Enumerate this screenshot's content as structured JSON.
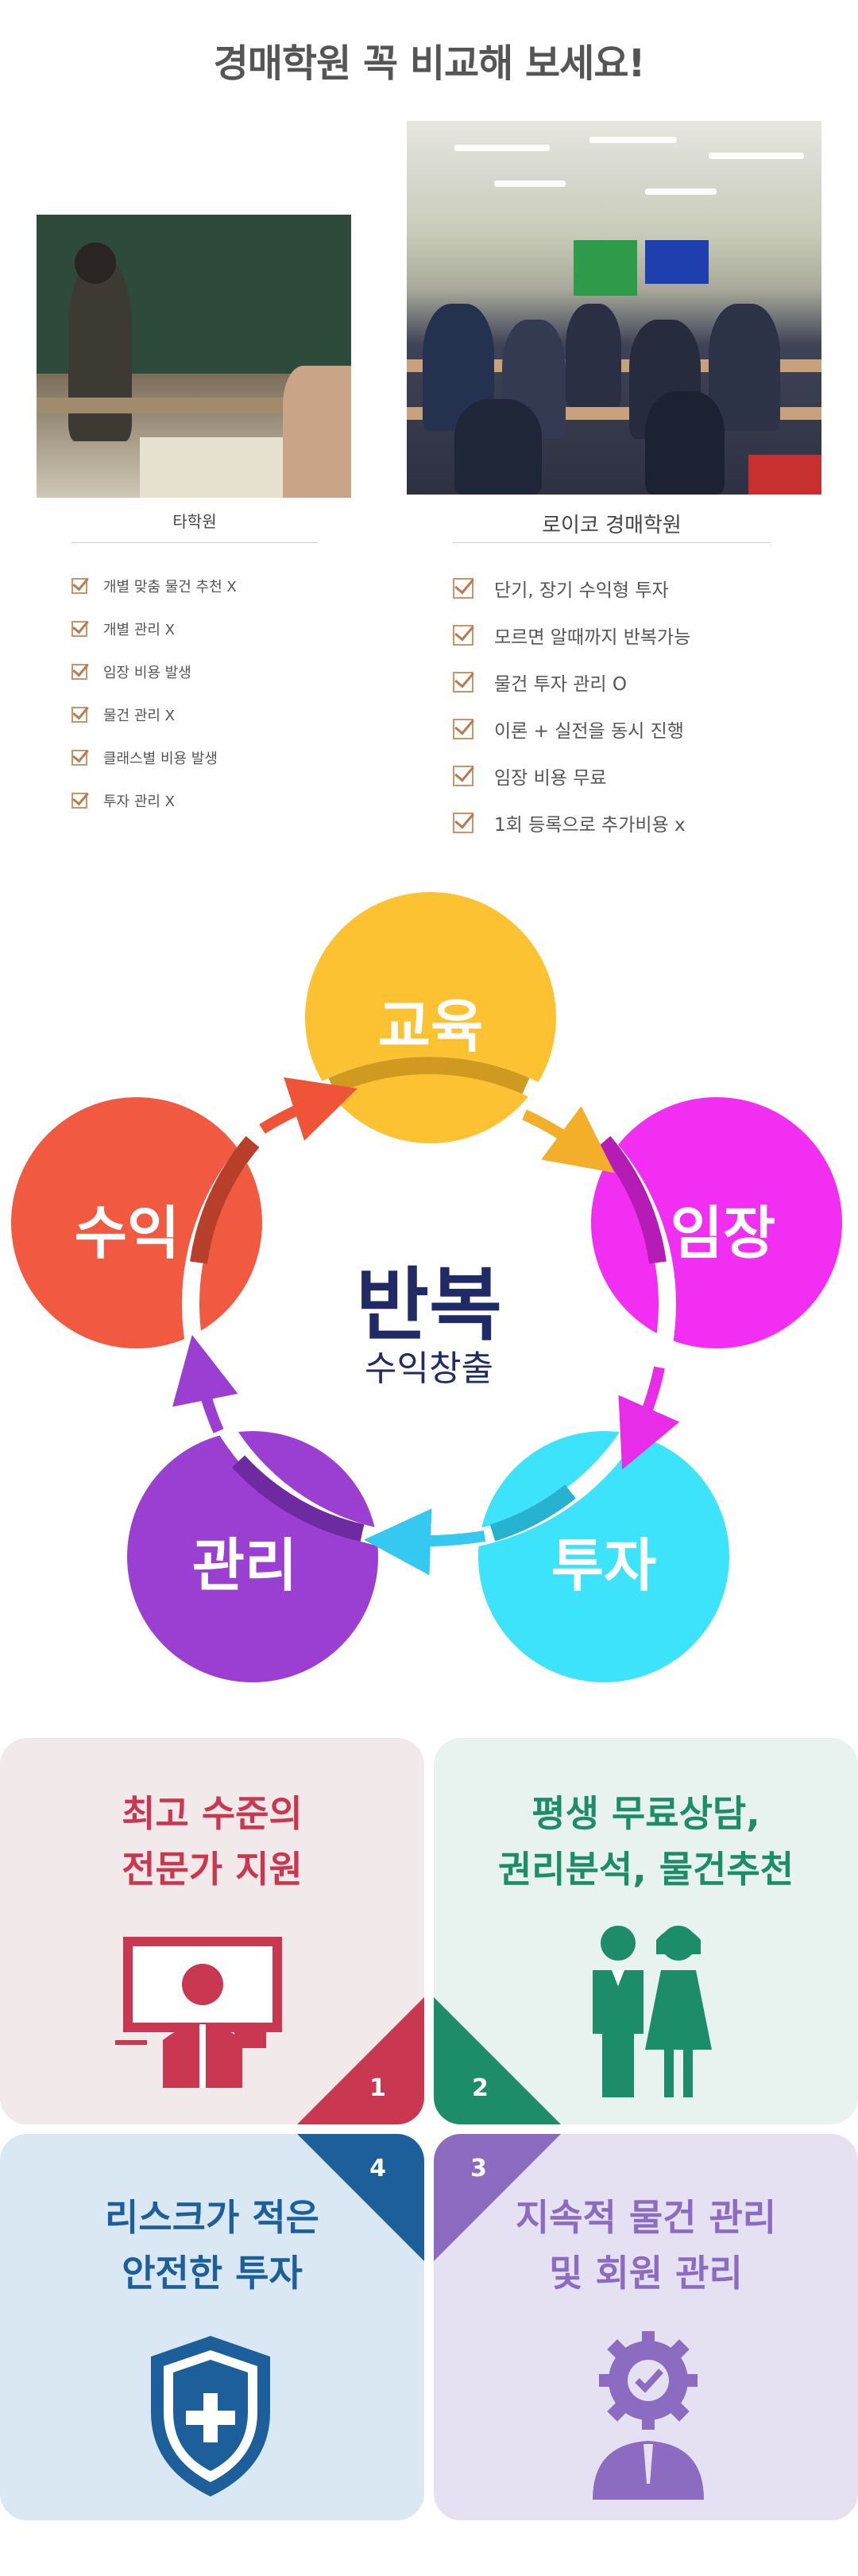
{
  "header": {
    "title": "경매학원 꼭 비교해 보세요!"
  },
  "compare": {
    "left": {
      "caption": "타학원",
      "items": [
        "개별 맞춤 물건 추천 X",
        "개별 관리 X",
        "임장 비용 발생",
        "물건 관리 X",
        "클래스별 비용 발생",
        "투자 관리 X"
      ]
    },
    "right": {
      "caption": "로이코 경매학원",
      "items": [
        "단기, 장기 수익형 투자",
        "모르면 알때까지 반복가능",
        "물건 투자 관리 O",
        "이론 + 실전을 동시 진행",
        "임장 비용 무료",
        "1회 등록으로 추가비용 x"
      ]
    }
  },
  "cycle": {
    "center_title": "반복",
    "center_subtitle": "수익창출",
    "nodes": [
      {
        "label": "교육",
        "color": "#fdc232"
      },
      {
        "label": "임장",
        "color": "#f12ef2"
      },
      {
        "label": "투자",
        "color": "#3ce3fb"
      },
      {
        "label": "관리",
        "color": "#9b3fd2"
      },
      {
        "label": "수익",
        "color": "#f15a40"
      }
    ]
  },
  "cards": [
    {
      "number": "1",
      "title_line1": "최고 수준의",
      "title_line2": "전문가 지원",
      "icon": "teacher-icon",
      "bg": "#f2e9ea",
      "accent": "#c93750"
    },
    {
      "number": "2",
      "title_line1": "평생 무료상담,",
      "title_line2": "권리분석, 물건추천",
      "icon": "couple-icon",
      "bg": "#e8f3f0",
      "accent": "#1d8c69"
    },
    {
      "number": "3",
      "title_line1": "지속적 물건 관리",
      "title_line2": "및 회원 관리",
      "icon": "gear-person-icon",
      "bg": "#e6e0f3",
      "accent": "#8c6cc0"
    },
    {
      "number": "4",
      "title_line1": "리스크가 적은",
      "title_line2": "안전한 투자",
      "icon": "shield-icon",
      "bg": "#d9e8f3",
      "accent": "#1d5f9a"
    }
  ]
}
